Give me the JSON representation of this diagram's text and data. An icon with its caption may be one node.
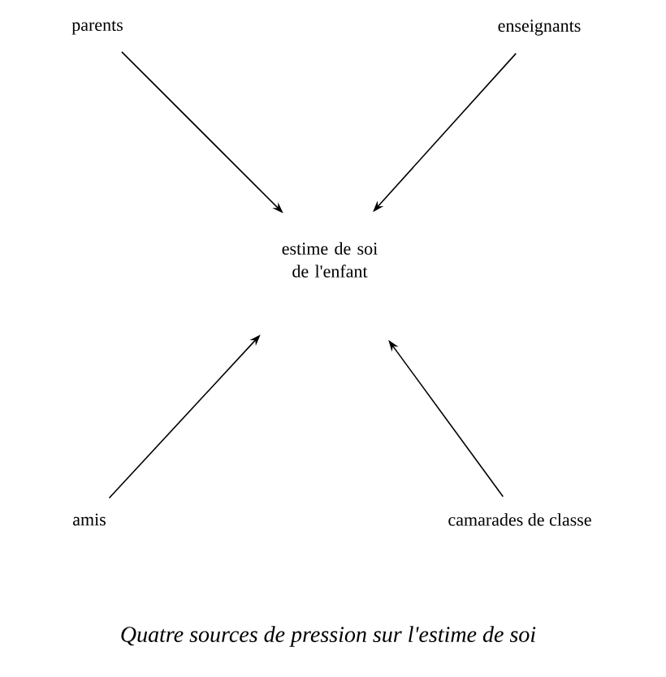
{
  "diagram": {
    "caption": "Quatre sources de pression sur l'estime de soi",
    "nodes": [
      {
        "text": [
          "parents"
        ]
      },
      {
        "text": [
          "enseignants"
        ]
      },
      {
        "text": [
          "estime de soi de l'enfant"
        ]
      },
      {
        "text": [
          "amis"
        ]
      },
      {
        "text": [
          "camarades de classe"
        ]
      }
    ],
    "edges": [
      {
        "from": 0,
        "to": 2,
        "arrow": "to"
      },
      {
        "from": 1,
        "to": 2,
        "arrow": "to"
      },
      {
        "from": 3,
        "to": 2,
        "arrow": "to"
      },
      {
        "from": 4,
        "to": 2,
        "arrow": "to"
      }
    ]
  }
}
